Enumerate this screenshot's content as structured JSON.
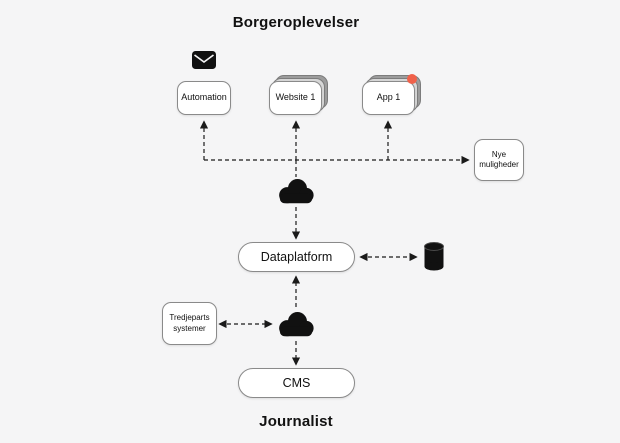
{
  "titles": {
    "top": "Borgeroplevelser",
    "bottom": "Journalist"
  },
  "nodes": {
    "automation": {
      "label": "Automation"
    },
    "website": {
      "label": "Website 1"
    },
    "app": {
      "label": "App 1"
    },
    "nye_muligheder": {
      "label": "Nye muligheder"
    },
    "dataplatform": {
      "label": "Dataplatform"
    },
    "tredjeparts": {
      "label": "Tredjeparts systemer"
    },
    "cms": {
      "label": "CMS"
    }
  },
  "icons": {
    "email": "email-icon",
    "cloud_upper": "cloud-icon",
    "cloud_lower": "cloud-icon",
    "database": "database-icon",
    "notification": "notification-dot"
  },
  "colors": {
    "background": "#f5f5f6",
    "node_background": "#ffffff",
    "node_border": "#8a8a8a",
    "line": "#1a1a1a",
    "icon": "#111111",
    "notification_dot": "#f0614a"
  }
}
